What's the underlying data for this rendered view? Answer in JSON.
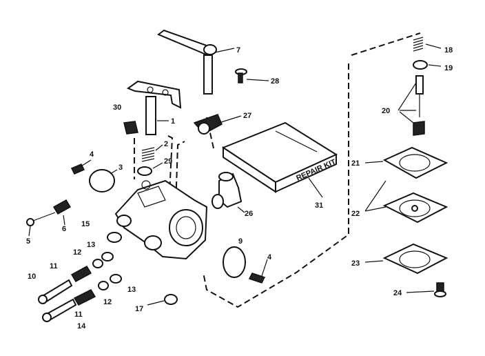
{
  "diagram": {
    "callouts": [
      {
        "id": "c1",
        "text": "1"
      },
      {
        "id": "c2",
        "text": "2"
      },
      {
        "id": "c3",
        "text": "3"
      },
      {
        "id": "c4a",
        "text": "4"
      },
      {
        "id": "c4b",
        "text": "4"
      },
      {
        "id": "c5",
        "text": "5"
      },
      {
        "id": "c6",
        "text": "6"
      },
      {
        "id": "c7",
        "text": "7"
      },
      {
        "id": "c9",
        "text": "9"
      },
      {
        "id": "c10",
        "text": "10"
      },
      {
        "id": "c11a",
        "text": "11"
      },
      {
        "id": "c11b",
        "text": "11"
      },
      {
        "id": "c12a",
        "text": "12"
      },
      {
        "id": "c12b",
        "text": "12"
      },
      {
        "id": "c13a",
        "text": "13"
      },
      {
        "id": "c13b",
        "text": "13"
      },
      {
        "id": "c14",
        "text": "14"
      },
      {
        "id": "c15",
        "text": "15"
      },
      {
        "id": "c17",
        "text": "17"
      },
      {
        "id": "c18",
        "text": "18"
      },
      {
        "id": "c19",
        "text": "19"
      },
      {
        "id": "c20",
        "text": "20"
      },
      {
        "id": "c21",
        "text": "21"
      },
      {
        "id": "c22",
        "text": "22"
      },
      {
        "id": "c23",
        "text": "23"
      },
      {
        "id": "c24",
        "text": "24"
      },
      {
        "id": "c26",
        "text": "26"
      },
      {
        "id": "c27",
        "text": "27"
      },
      {
        "id": "c28",
        "text": "28"
      },
      {
        "id": "c29",
        "text": "29"
      },
      {
        "id": "c30",
        "text": "30"
      },
      {
        "id": "c31",
        "text": "31"
      }
    ],
    "kit_label": "REPAIR KIT",
    "line_color": "#111111",
    "background": "#ffffff"
  }
}
